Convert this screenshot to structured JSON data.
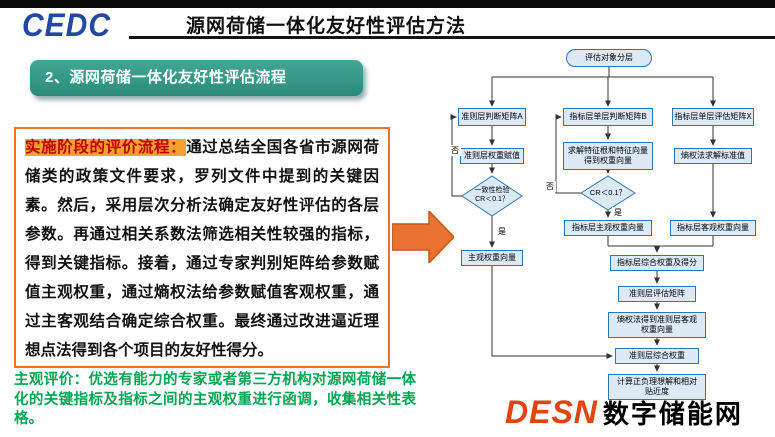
{
  "header": {
    "logo": "CEDC",
    "title": "源网荷储一体化友好性评估方法",
    "section_heading": "2、源网荷储一体化友好性评估流程"
  },
  "description": {
    "highlight": "实施阶段的评价流程：",
    "body": "通过总结全国各省市源网荷储类的政策文件要求，罗列文件中提到的关键因素。然后，采用层次分析法确定友好性评估的各层参数。再通过相关系数法筛选相关性较强的指标，得到关键指标。接着，通过专家判别矩阵给参数赋值主观权重，通过熵权法给参数赋值客观权重，通过主客观结合确定综合权重。最终通过改进逼近理想点法得到各个项目的友好性得分。"
  },
  "footnote": "主观评价：优选有能力的专家或者第三方机构对源网荷储一体化的关键指标及指标之间的主观权重进行函调，收集相关性表格。",
  "flowchart": {
    "nodes": {
      "start": "评估对象分层",
      "c1_matrix": "准则层判断矩阵A",
      "c2_matrix": "指标层单层判断矩阵B",
      "c3_matrix": "指标层单层评估矩阵X",
      "c1_assign": "准则层权重赋值",
      "c2_eigen": "求解特征根和特征向量\n得到权重向量",
      "c3_entropy": "熵权法求解标准值",
      "c1_check": "一致性检验\nCR＜0.1？",
      "c2_check": "CR＜0.1？",
      "c2_subj": "指标层主观权重向量",
      "c3_obj": "指标层客观权重向量",
      "c1_subj": "主观权重向量",
      "idx_comb": "指标层综合权重及得分",
      "crit_matrix": "准则层评估矩阵",
      "crit_entropy": "熵权法得到准则层客观\n权重向量",
      "crit_comb": "准则层综合权重",
      "topsis": "计算正负理想解和相对\n贴近度"
    },
    "labels": {
      "yes": "是",
      "no": "否"
    }
  },
  "watermark": {
    "brand": "DESN",
    "name": "数字储能网"
  },
  "colors": {
    "section_teal": "#2F9484",
    "accent_orange": "#E97132",
    "highlight_bg": "#F7A12F",
    "highlight_text": "#C00000",
    "footnote_green": "#00A651",
    "flow_fill": "#DCE9F7",
    "flow_border": "#2E75B6",
    "logo_blue": "#2149A4",
    "brand_red": "#E8420C"
  }
}
